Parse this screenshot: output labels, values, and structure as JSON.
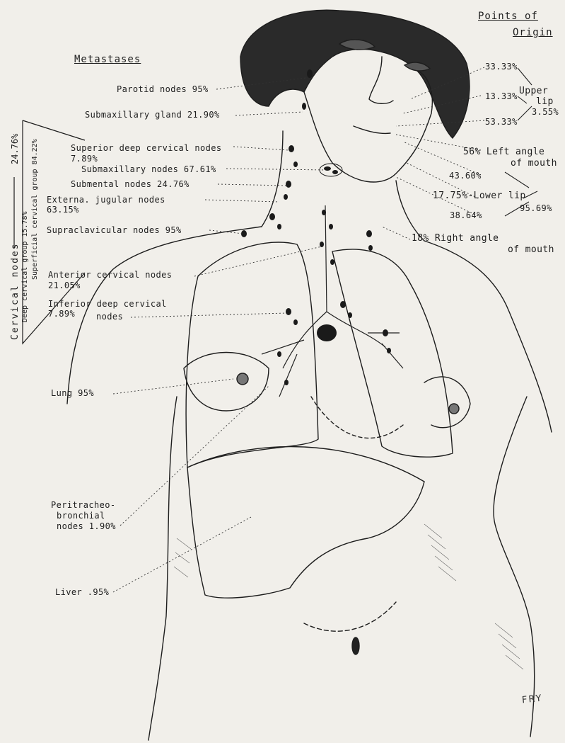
{
  "headings": {
    "metastases": "Metastases",
    "points_of": "Points of",
    "origin": "Origin"
  },
  "metastases_labels": {
    "parotid": "Parotid nodes 95%",
    "submaxillary_gland": "Submaxillary gland 21.90%",
    "superior_deep_cervical": "Superior deep cervical nodes",
    "superior_deep_cervical_pct": "7.89%",
    "submaxillary_nodes": "Submaxillary nodes 67.61%",
    "submental": "Submental nodes 24.76%",
    "external_jugular": "Externa. jugular nodes",
    "external_jugular_pct": "63.15%",
    "supraclavicular": "Supraclavicular nodes 95%",
    "anterior_cervical": "Anterior cervical nodes",
    "anterior_cervical_pct": "21.05%",
    "inferior_deep_cervical": "Inferior deep cervical",
    "inferior_deep_cervical_2": "nodes",
    "inferior_deep_cervical_pct": "7.89%",
    "lung": "Lung 95%",
    "peritracheo_1": "Peritracheo-",
    "peritracheo_2": "bronchial",
    "peritracheo_3": "nodes 1.90%",
    "liver": "Liver .95%"
  },
  "cervical_group": {
    "main": "Cervical nodes",
    "main_pct": "24.76%",
    "deep": "Deep cervical group 15.78%",
    "superficial": "Superficial cervical group 84.22%"
  },
  "origin_labels": {
    "upper_lip_a": "33.33%",
    "upper_lip_b": "13.33%",
    "upper_lip_c": "53.33%",
    "upper": "Upper",
    "lip": "lip",
    "upper_lip_total": "3.55%",
    "left_angle": "56% Left angle",
    "of_mouth_1": "of mouth",
    "lower_a": "43.60%",
    "lower_b": "17.75%-Lower lip",
    "lower_c": "38.64%",
    "lower_total": "95.69%",
    "right_angle": "18% Right angle",
    "of_mouth_2": "of mouth"
  },
  "signature": "FRY"
}
